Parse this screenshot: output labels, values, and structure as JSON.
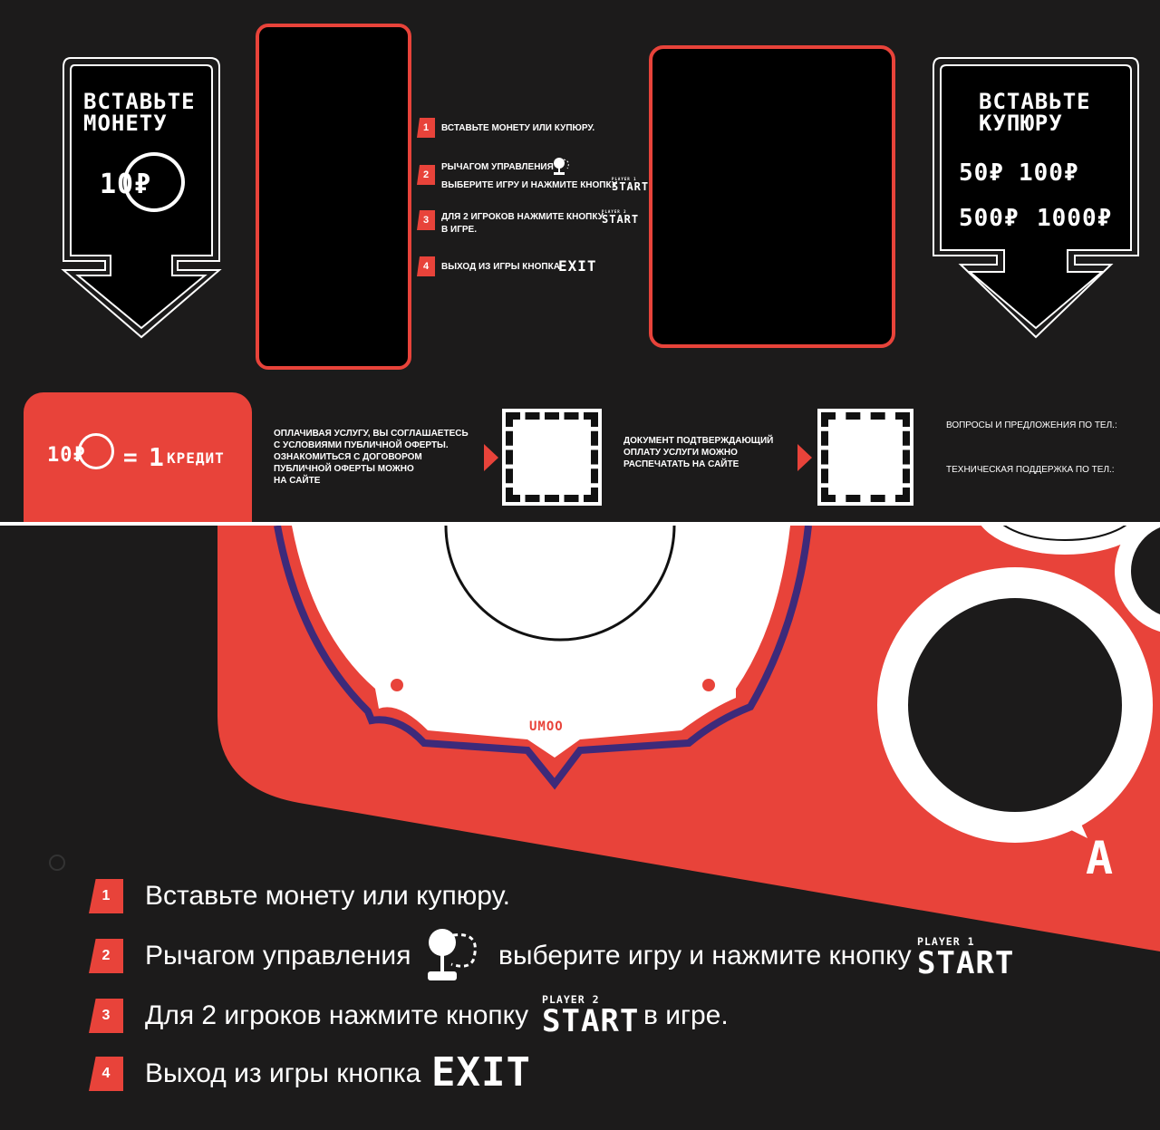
{
  "left_panel": {
    "title_line1": "ВСТАВЬТЕ",
    "title_line2": "МОНЕТУ",
    "coin_label": "10₽"
  },
  "right_panel": {
    "title_line1": "ВСТАВЬТЕ",
    "title_line2": "КУПЮРУ",
    "bill_1": "50₽",
    "bill_2": "100₽",
    "bill_3": "500₽",
    "bill_4": "1000₽"
  },
  "small_steps": [
    {
      "num": "1",
      "text": "ВСТАВЬТЕ МОНЕТУ ИЛИ КУПЮРУ."
    },
    {
      "num": "2",
      "text_a": "РЫЧАГОМ УПРАВЛЕНИЯ",
      "text_b": "ВЫБЕРИТЕ ИГРУ И НАЖМИТЕ КНОПКУ"
    },
    {
      "num": "3",
      "text_a": "ДЛЯ 2 ИГРОКОВ НАЖМИТЕ КНОПКУ",
      "text_b": "В ИГРЕ."
    },
    {
      "num": "4",
      "text": "ВЫХОД ИЗ ИГРЫ КНОПКА"
    }
  ],
  "buttons": {
    "player1_top": "PLAYER 1",
    "player2_top": "PLAYER 2",
    "start": "START",
    "exit": "EXIT"
  },
  "credit": {
    "coin": "10₽",
    "equals": "=",
    "count": "1",
    "word": "КРЕДИТ"
  },
  "offer_text": [
    "ОПЛАЧИВАЯ УСЛУГУ, ВЫ СОГЛАШАЕТЕСЬ",
    "С УСЛОВИЯМИ ПУБЛИЧНОЙ ОФЕРТЫ.",
    "ОЗНАКОМИТЬСЯ С ДОГОВОРОМ",
    "ПУБЛИЧНОЙ ОФЕРТЫ МОЖНО",
    "НА САЙТЕ"
  ],
  "receipt_text": [
    "ДОКУМЕНТ ПОДТВЕРЖДАЮЩИЙ",
    "ОПЛАТУ УСЛУГИ МОЖНО",
    "РАСПЕЧАТАТЬ НА САЙТЕ"
  ],
  "contacts": {
    "questions": "ВОПРОСЫ И ПРЕДЛОЖЕНИЯ ПО ТЕЛ.:",
    "support": "ТЕХНИЧЕСКАЯ ПОДДЕРЖКА ПО ТЕЛ.:"
  },
  "control_panel": {
    "brand": "UMOO",
    "side_letter": "A"
  },
  "big_steps": [
    {
      "num": "1",
      "text": "Вставьте монету или купюру."
    },
    {
      "num": "2",
      "text_a": "Рычагом управления",
      "text_b": "выберите игру и нажмите кнопку"
    },
    {
      "num": "3",
      "text_a": "Для 2 игроков нажмите кнопку",
      "text_b": "в игре."
    },
    {
      "num": "4",
      "text": "Выход из игры кнопка"
    }
  ],
  "colors": {
    "background": "#1c1b1b",
    "accent_red": "#e8433a",
    "outline_purple": "#3d2a7a",
    "white": "#ffffff"
  }
}
